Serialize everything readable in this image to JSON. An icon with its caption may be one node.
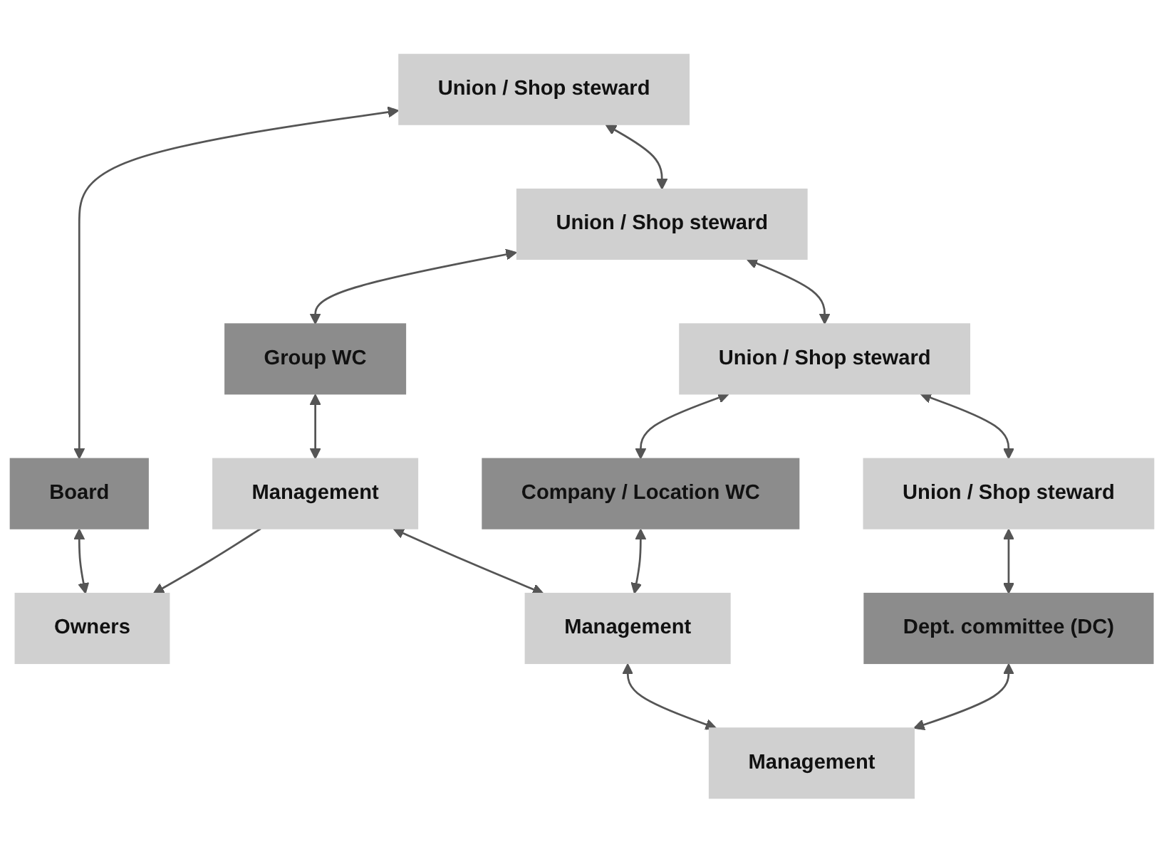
{
  "diagram": {
    "nodes": [
      {
        "text": [
          "Union / Shop steward"
        ]
      },
      {
        "text": [
          "Board"
        ]
      },
      {
        "text": [
          "Owners"
        ]
      },
      {
        "text": [
          "Union / Shop steward"
        ]
      },
      {
        "text": [
          "Group WC"
        ]
      },
      {
        "text": [
          "Management"
        ]
      },
      {
        "text": [
          "Union / Shop steward"
        ]
      },
      {
        "text": [
          "Company / Location WC"
        ]
      },
      {
        "text": [
          "Management"
        ]
      },
      {
        "text": [
          "Union / Shop steward"
        ]
      },
      {
        "text": [
          "Dept. committee (DC)"
        ]
      },
      {
        "text": [
          "Management"
        ]
      }
    ],
    "edges": [
      {
        "from": 0,
        "to": 1,
        "arrow": "both"
      },
      {
        "from": 1,
        "to": 2,
        "arrow": "both"
      },
      {
        "from": 0,
        "to": 3,
        "arrow": "both"
      },
      {
        "from": 5,
        "to": 2,
        "arrow": "to"
      },
      {
        "from": 3,
        "to": 4,
        "arrow": "both"
      },
      {
        "from": 4,
        "to": 5,
        "arrow": "both"
      },
      {
        "from": 3,
        "to": 6,
        "arrow": "both"
      },
      {
        "from": 5,
        "to": 8,
        "arrow": "both"
      },
      {
        "from": 6,
        "to": 7,
        "arrow": "both"
      },
      {
        "from": 7,
        "to": 8,
        "arrow": "both"
      },
      {
        "from": 6,
        "to": 9,
        "arrow": "both"
      },
      {
        "from": 8,
        "to": 11,
        "arrow": "both"
      },
      {
        "from": 9,
        "to": 10,
        "arrow": "both"
      },
      {
        "from": 10,
        "to": 11,
        "arrow": "both"
      }
    ]
  }
}
